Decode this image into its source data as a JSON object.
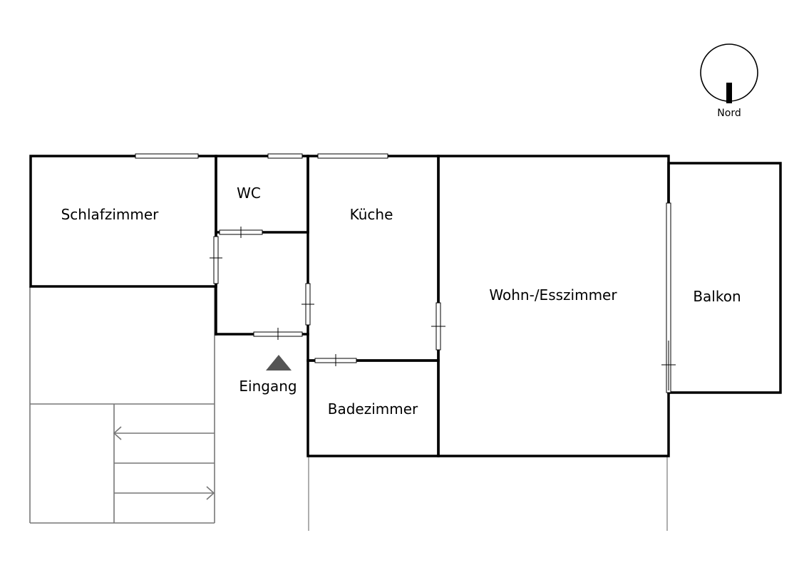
{
  "compass": {
    "label": "Nord",
    "icon": "north-arrow-icon"
  },
  "rooms": {
    "schlafzimmer": "Schlafzimmer",
    "wc": "WC",
    "kueche": "Küche",
    "wohn_esszimmer": "Wohn-/Esszimmer",
    "balkon": "Balkon",
    "badezimmer": "Badezimmer"
  },
  "entrance": {
    "label": "Eingang",
    "icon": "entrance-triangle-icon"
  },
  "colors": {
    "wall": "#000000",
    "stair": "#777777",
    "window": "#ffffff",
    "entrance_marker": "#555555"
  }
}
